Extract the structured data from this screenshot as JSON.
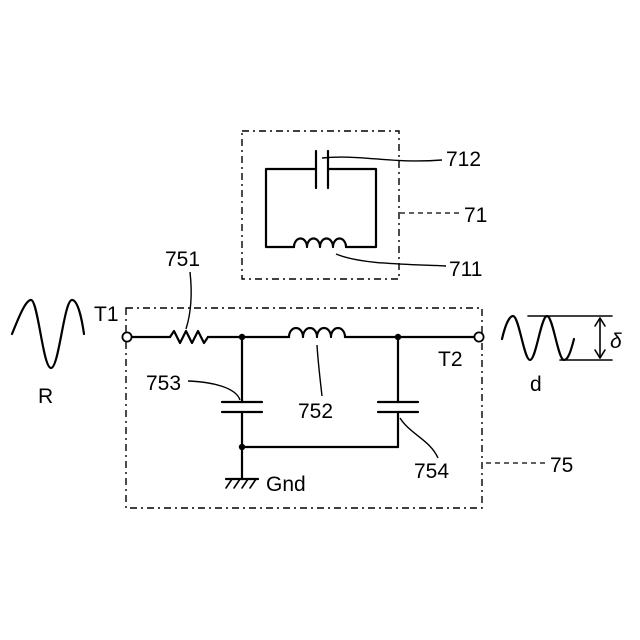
{
  "labels": {
    "resonator_box": "71",
    "resonator_inductor": "711",
    "resonator_capacitor": "712",
    "filter_box": "75",
    "resistor": "751",
    "series_inductor": "752",
    "shunt_capacitor_left": "753",
    "shunt_capacitor_right": "754",
    "input_terminal": "T1",
    "output_terminal": "T2",
    "ground": "Gnd",
    "input_signal": "R",
    "output_signal": "d",
    "amplitude": "δ"
  }
}
